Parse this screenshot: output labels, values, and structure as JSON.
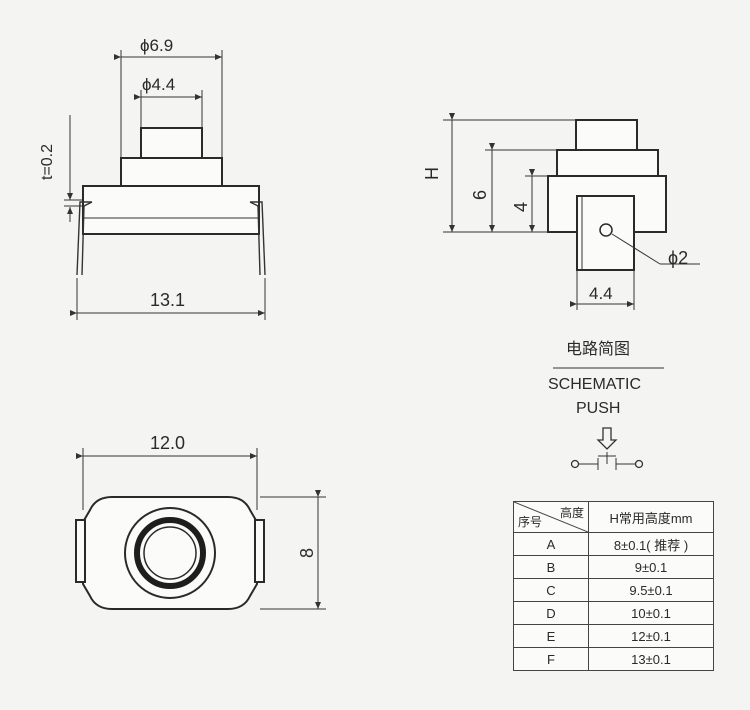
{
  "side_view": {
    "dim_overall_dia": "ϕ6.9",
    "dim_cap_dia": "ϕ4.4",
    "dim_thickness": "t=0.2",
    "dim_width": "13.1"
  },
  "front_view": {
    "dim_height": "H",
    "dim_six": "6",
    "dim_four": "4",
    "dim_hole": "ϕ2",
    "dim_pin_width": "4.4"
  },
  "top_view": {
    "dim_width": "12.0",
    "dim_depth": "8"
  },
  "schematic": {
    "title_cn": "电路简图",
    "title_en_1": "SCHEMATIC",
    "title_en_2": "PUSH"
  },
  "height_table": {
    "header_diag_top": "高度",
    "header_diag_bottom": "序号",
    "header_col2": "H常用高度mm",
    "rows": [
      {
        "id": "A",
        "height": "8±0.1( 推荐 )"
      },
      {
        "id": "B",
        "height": "9±0.1"
      },
      {
        "id": "C",
        "height": "9.5±0.1"
      },
      {
        "id": "D",
        "height": "10±0.1"
      },
      {
        "id": "E",
        "height": "12±0.1"
      },
      {
        "id": "F",
        "height": "13±0.1"
      }
    ]
  }
}
